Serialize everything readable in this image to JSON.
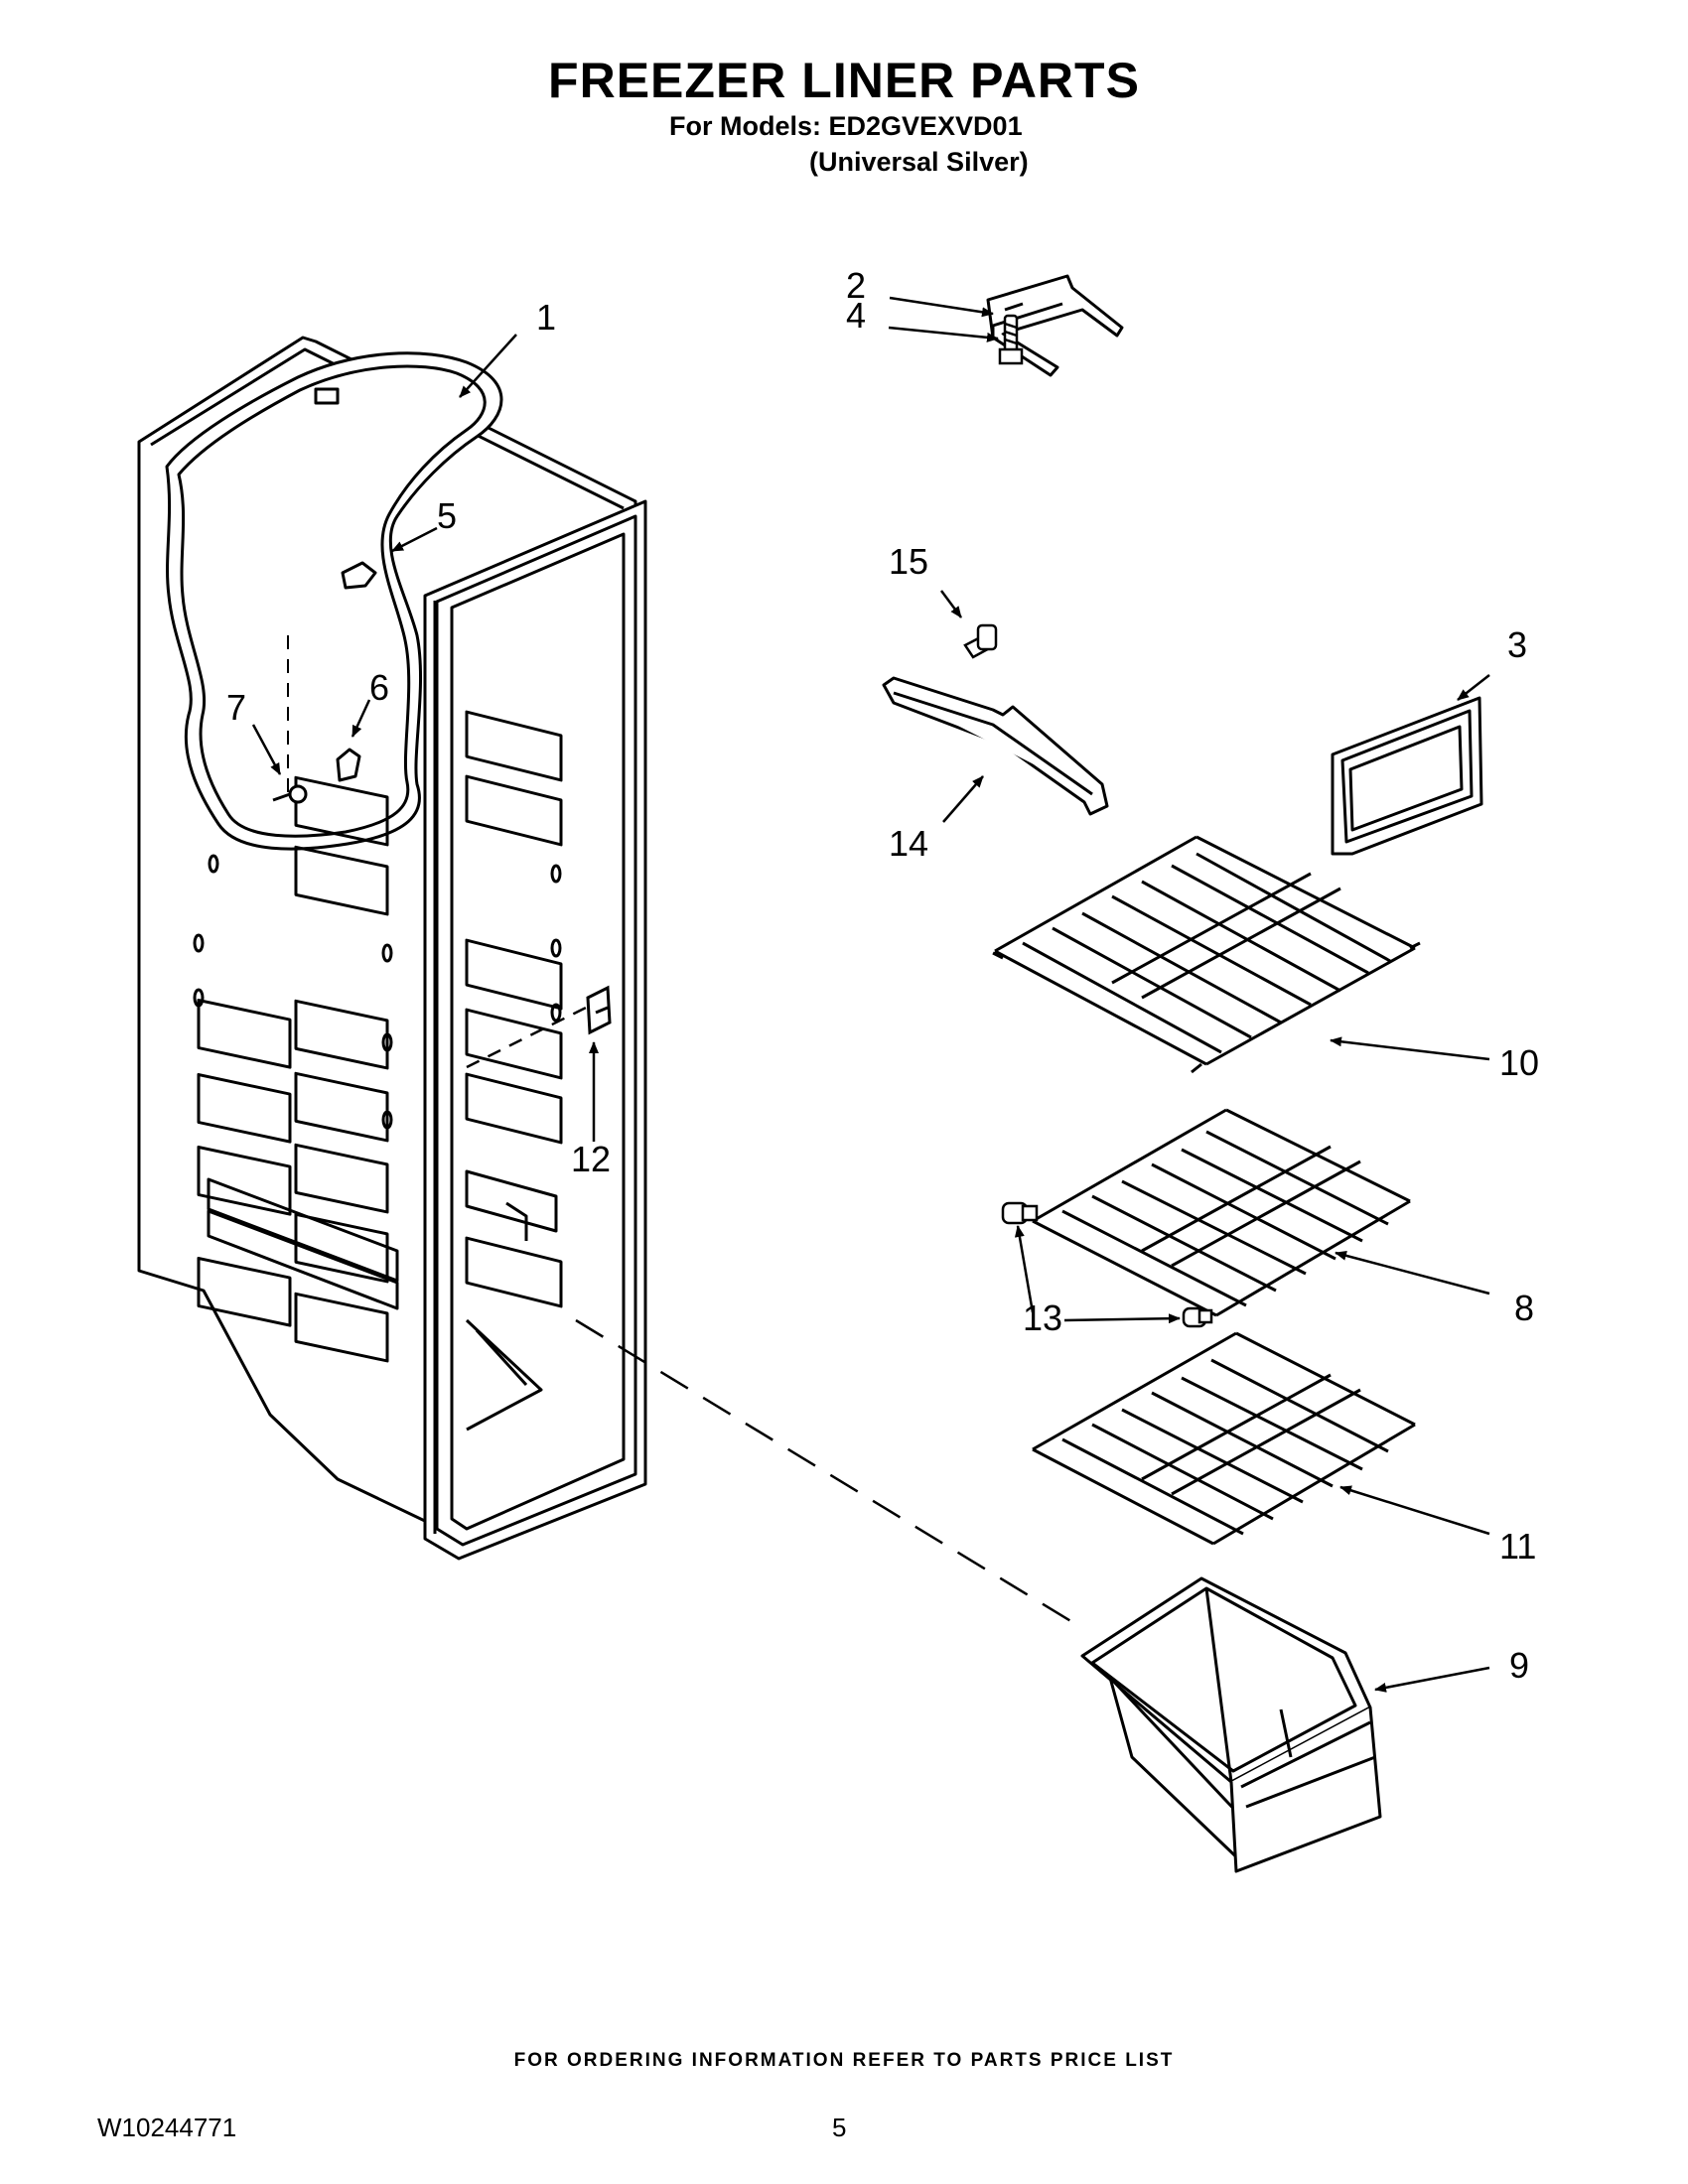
{
  "header": {
    "title": "FREEZER LINER PARTS",
    "models": "For Models: ED2GVEXVD01",
    "variant": "(Universal Silver)"
  },
  "callouts": [
    "1",
    "2",
    "3",
    "4",
    "5",
    "6",
    "7",
    "8",
    "9",
    "10",
    "11",
    "12",
    "13",
    "14",
    "15"
  ],
  "footer": {
    "note": "FOR ORDERING INFORMATION REFER TO PARTS PRICE LIST",
    "doc_number": "W10244771",
    "page": "5"
  }
}
